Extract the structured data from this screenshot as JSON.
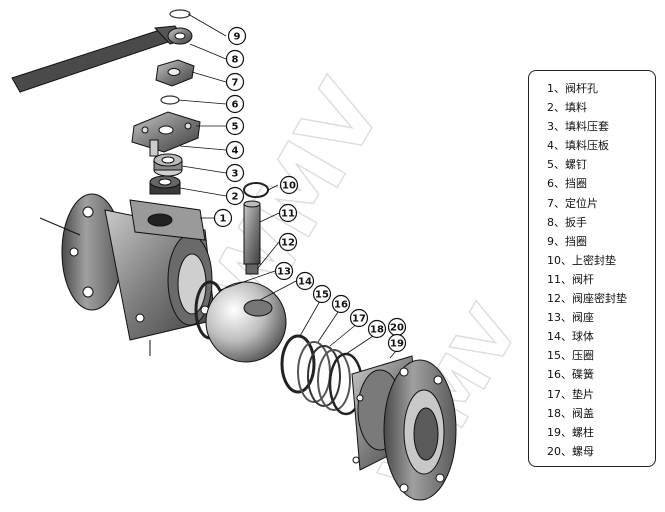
{
  "callouts": [
    "9",
    "8",
    "7",
    "6",
    "5",
    "4",
    "3",
    "2",
    "1",
    "10",
    "11",
    "12",
    "13",
    "14",
    "15",
    "16",
    "17",
    "18",
    "20",
    "19"
  ],
  "watermark": "WMV",
  "legend": {
    "items": [
      "1、阀杆孔",
      "2、填料",
      "3、填料压套",
      "4、填料压板",
      "5、螺钉",
      "6、挡圈",
      "7、定位片",
      "8、扳手",
      "9、挡圈",
      "10、上密封垫",
      "11、阀杆",
      "12、阀座密封垫",
      "13、阀座",
      "14、球体",
      "15、压圈",
      "16、碟簧",
      "17、垫片",
      "18、阀盖",
      "19、螺柱",
      "20、螺母"
    ]
  },
  "colors": {
    "metal_dark": "#3a3a3a",
    "metal_mid": "#8a8a8a",
    "metal_light": "#d8d8d8",
    "line": "#111111",
    "watermark": "#d6d6d6"
  }
}
